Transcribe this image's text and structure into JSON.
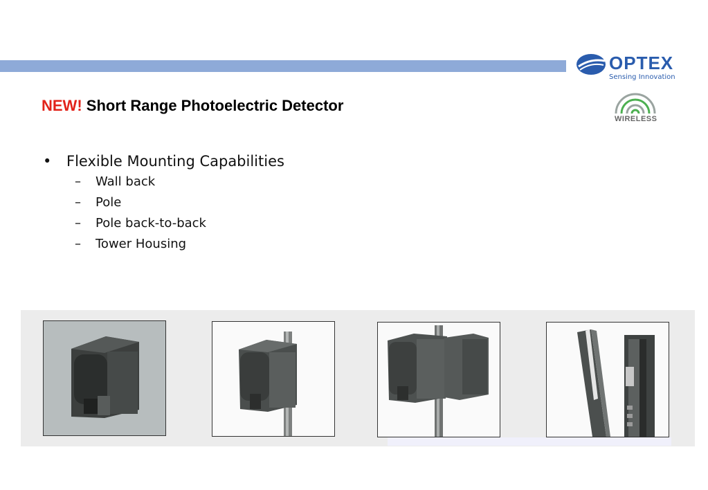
{
  "brand": {
    "name": "OPTEX",
    "tagline": "Sensing Innovation",
    "badge": "WIRELESS",
    "primary_color": "#2a5cad",
    "accent_color": "#e2231a",
    "bar_color": "#8eaad8"
  },
  "slide": {
    "title_highlight": "NEW!",
    "title": "Short Range Photoelectric Detector",
    "bullet": {
      "marker": "•",
      "text": "Flexible Mounting Capabilities",
      "sub_marker": "–",
      "subitems": [
        "Wall back",
        "Pole",
        "Pole back-to-back",
        "Tower Housing"
      ]
    }
  },
  "icons": {
    "logo": "optex-logo-icon",
    "wireless": "wireless-signal-icon"
  }
}
